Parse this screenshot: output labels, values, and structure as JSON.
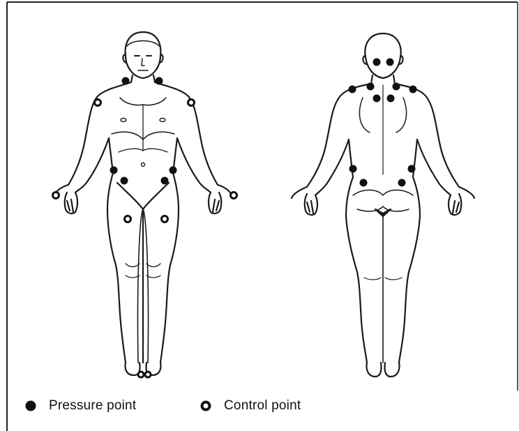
{
  "legend": {
    "pressure_label": "Pressure point",
    "control_label": "Control point"
  },
  "colors": {
    "ink": "#1a1a1a",
    "background": "#ffffff"
  },
  "marker_types": {
    "pressure": "solid filled dot",
    "control": "ring dot with white center"
  },
  "figures": [
    {
      "view": "front",
      "pressure_point_count": 6,
      "control_point_count": 8
    },
    {
      "view": "back",
      "pressure_point_count": 12,
      "control_point_count": 0
    }
  ]
}
